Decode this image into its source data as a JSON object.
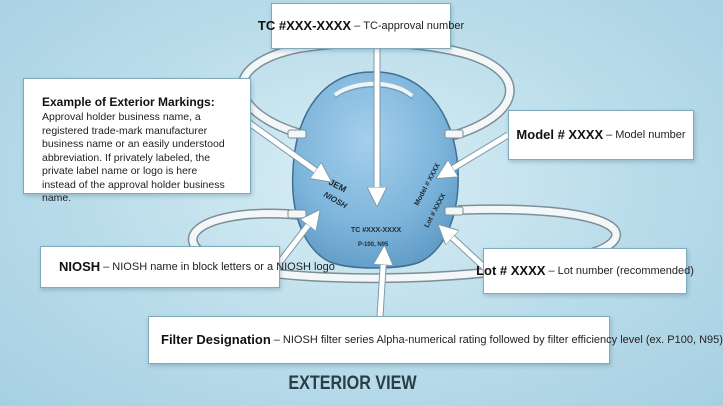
{
  "view_title": "EXTERIOR VIEW",
  "callouts": {
    "tc": {
      "label": "TC #XXX-XXXX",
      "desc": "TC-approval number"
    },
    "exterior": {
      "title": "Example of Exterior Markings:",
      "body": "Approval holder business name, a registered trade-mark manufacturer business name or an easily understood abbreviation. If privately labeled, the private label name or logo is here instead of the approval holder business name."
    },
    "model": {
      "label": "Model # XXXX",
      "desc": "Model number"
    },
    "niosh": {
      "label": "NIOSH",
      "desc": "NIOSH name in block letters or a NIOSH logo"
    },
    "lot": {
      "label": "Lot # XXXX",
      "desc": "Lot number (recommended)"
    },
    "filter": {
      "label": "Filter Designation",
      "desc": "NIOSH filter series Alpha-numerical rating followed by filter efficiency level (ex. P100, N95)"
    }
  },
  "dash": "–",
  "mask_markings": {
    "brand": "JEM",
    "niosh": "NIOSH",
    "tc": "TC #XXX-XXXX",
    "filter": "P-100, N95",
    "model": "Model # XXXX",
    "lot": "Lot # XXXX"
  },
  "colors": {
    "mask": "#7fb6dc",
    "mask_dark": "#5f9bc6",
    "strap": "#f4f7f8",
    "arrow": "#ffffff"
  }
}
